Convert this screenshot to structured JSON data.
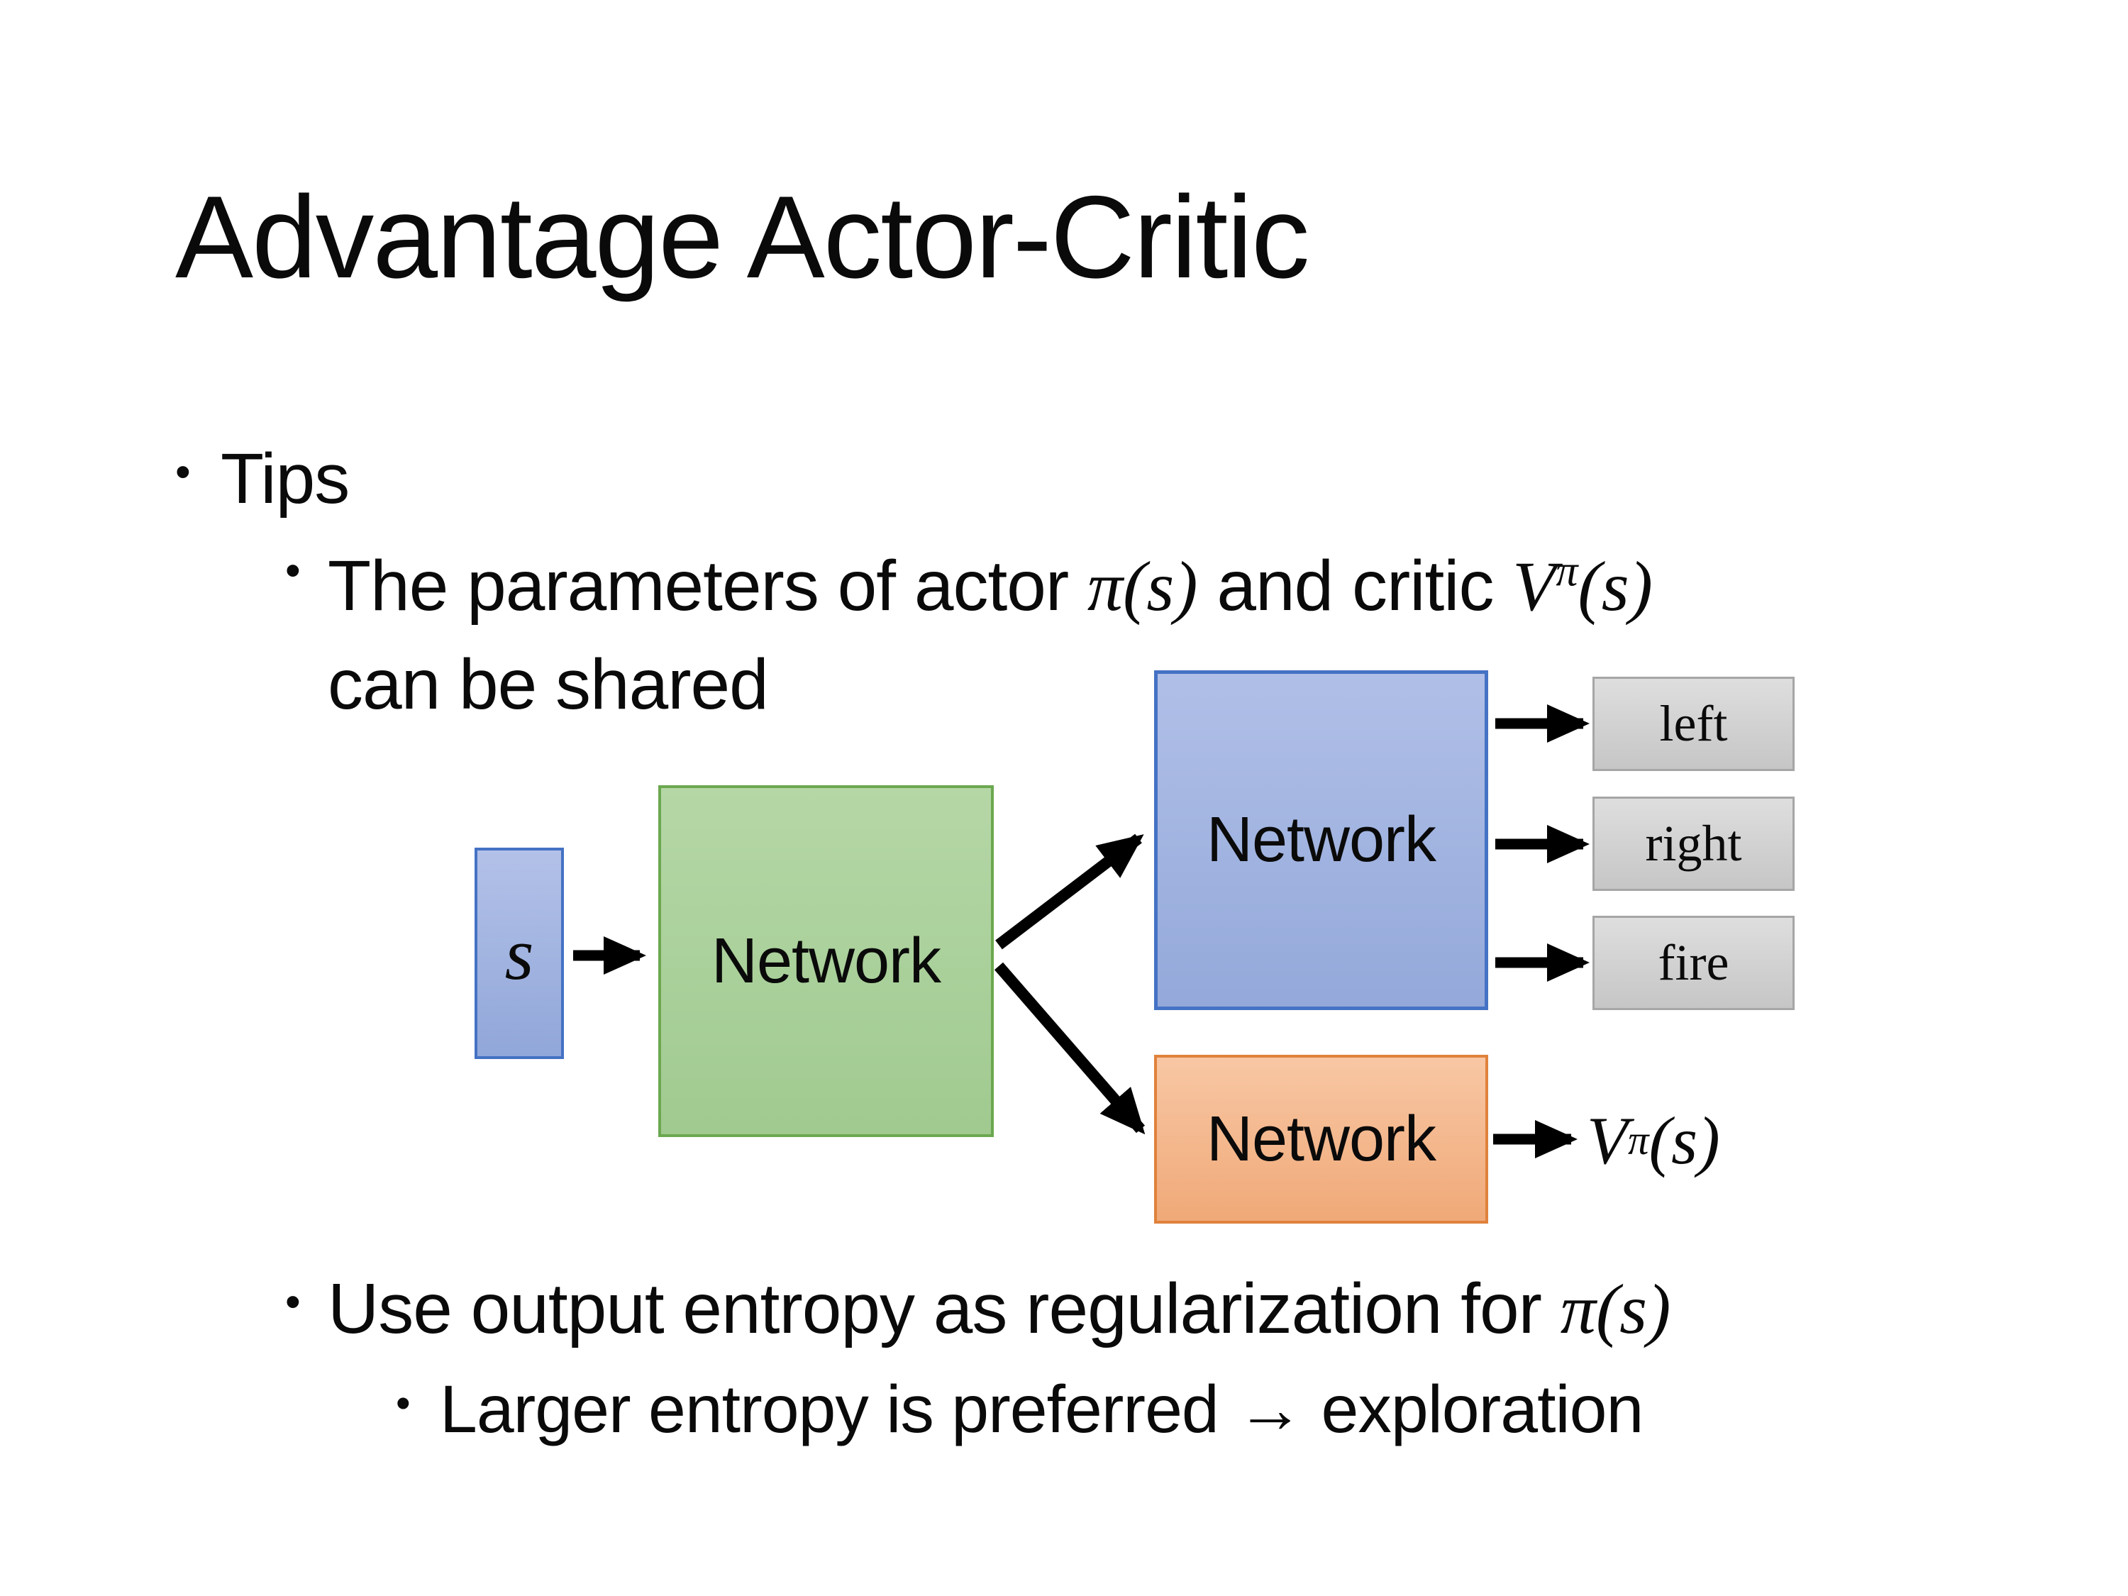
{
  "slide": {
    "title": "Advantage Actor-Critic",
    "bullet_char": "•",
    "bullets": {
      "tips": "Tips",
      "param_pre": "The parameters of actor ",
      "param_actor_math": "π(s)",
      "param_mid": "  and critic ",
      "critic_base": "V",
      "critic_sup": "π",
      "critic_args": "(s)",
      "param_line2": "can be shared",
      "entropy_pre": "Use output entropy as regularization for ",
      "entropy_math": "π(s)",
      "exploration": "Larger entropy is preferred → exploration"
    },
    "diagram": {
      "state_label": "s",
      "shared_network": "Network",
      "actor_network": "Network",
      "critic_network": "Network",
      "actions": [
        "left",
        "right",
        "fire"
      ],
      "value_base": "V",
      "value_sup": "π",
      "value_args": "(s)",
      "colors": {
        "state_fill": "#9fb3e0",
        "state_border": "#4472c4",
        "shared_fill": "#a9d096",
        "shared_border": "#6ba84f",
        "actor_fill": "#9fb3e0",
        "actor_border": "#4472c4",
        "critic_fill": "#f4b487",
        "critic_border": "#e0823c",
        "action_fill": "#d2d2d2",
        "action_border": "#a6a6a6",
        "arrow": "#000000"
      }
    }
  }
}
